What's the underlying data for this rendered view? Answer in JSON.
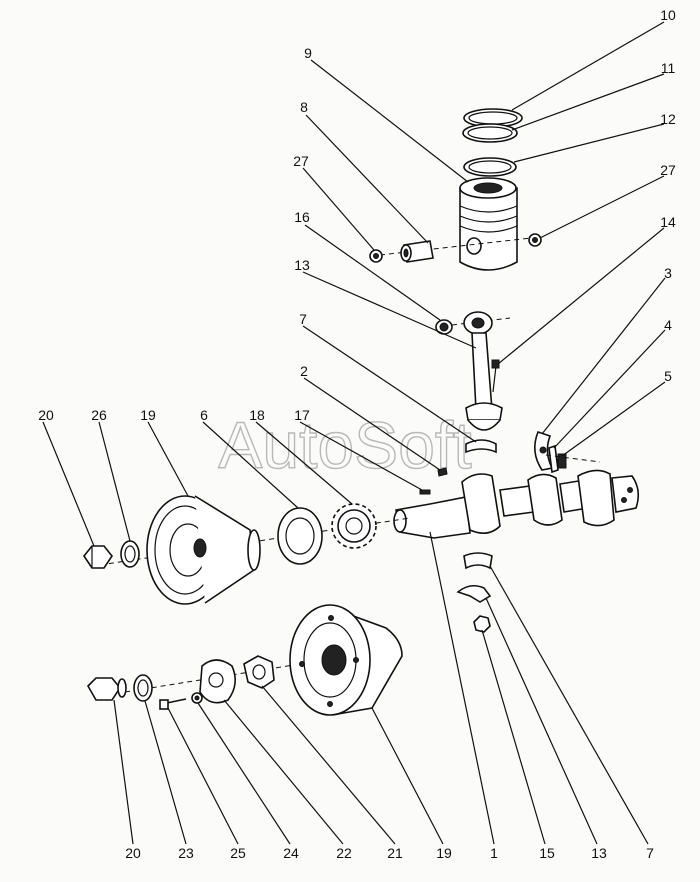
{
  "watermark": "AutoSoft",
  "callouts": {
    "c10": "10",
    "c11": "11",
    "c12": "12",
    "c27a": "27",
    "c27b": "27",
    "c9": "9",
    "c8": "8",
    "c16": "16",
    "c14": "14",
    "c13a": "13",
    "c7a": "7",
    "c3": "3",
    "c4": "4",
    "c2": "2",
    "c5": "5",
    "c20a": "20",
    "c26": "26",
    "c19a": "19",
    "c6": "6",
    "c18": "18",
    "c17": "17",
    "c20b": "20",
    "c23": "23",
    "c25": "25",
    "c24": "24",
    "c22": "22",
    "c21": "21",
    "c19b": "19",
    "c1": "1",
    "c15": "15",
    "c13b": "13",
    "c7b": "7"
  }
}
